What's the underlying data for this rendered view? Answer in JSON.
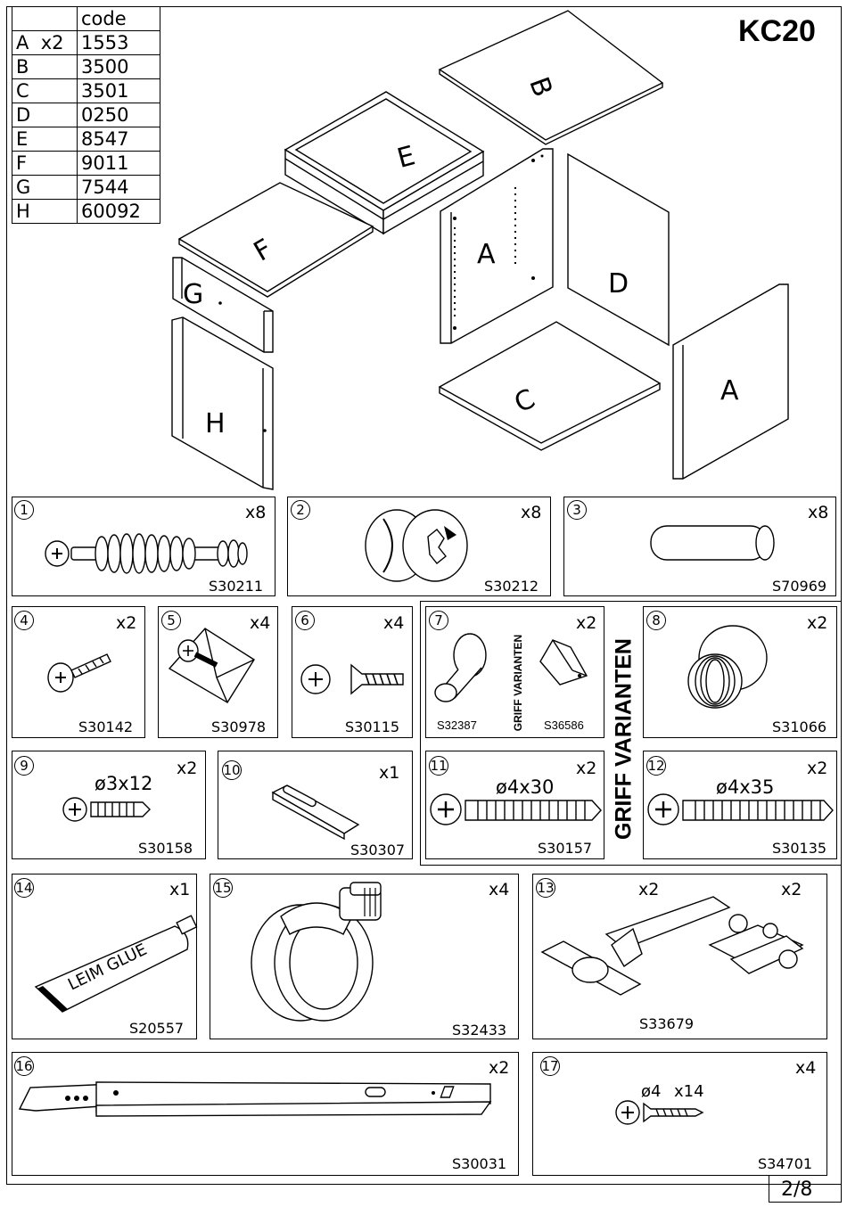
{
  "header": {
    "model": "KC20",
    "code_heading": "code",
    "page": "2/8"
  },
  "codes": [
    {
      "panel": "A",
      "qty": "x2",
      "code": "1553"
    },
    {
      "panel": "B",
      "qty": "",
      "code": "3500"
    },
    {
      "panel": "C",
      "qty": "",
      "code": "3501"
    },
    {
      "panel": "D",
      "qty": "",
      "code": "0250"
    },
    {
      "panel": "E",
      "qty": "",
      "code": "8547"
    },
    {
      "panel": "F",
      "qty": "",
      "code": "9011"
    },
    {
      "panel": "G",
      "qty": "",
      "code": "7544"
    },
    {
      "panel": "H",
      "qty": "",
      "code": "60092"
    }
  ],
  "panel_labels": {
    "A1": "A",
    "A2": "A",
    "B": "B",
    "C": "C",
    "D": "D",
    "E": "E",
    "F": "F",
    "G": "G",
    "H": "H"
  },
  "handle_variants": "GRIFF VARIANTEN",
  "parts": [
    {
      "num": "1",
      "qty": "x8",
      "code": "S30211"
    },
    {
      "num": "2",
      "qty": "x8",
      "code": "S30212"
    },
    {
      "num": "3",
      "qty": "x8",
      "code": "S70969"
    },
    {
      "num": "4",
      "qty": "x2",
      "code": "S30142"
    },
    {
      "num": "5",
      "qty": "x4",
      "code": "S30978"
    },
    {
      "num": "6",
      "qty": "x4",
      "code": "S30115"
    },
    {
      "num": "7",
      "qty": "x2",
      "code": "S32387",
      "code2": "S36586"
    },
    {
      "num": "8",
      "qty": "x2",
      "code": "S31066"
    },
    {
      "num": "9",
      "qty": "x2",
      "code": "S30158",
      "size": "ø3x12"
    },
    {
      "num": "10",
      "qty": "x1",
      "code": "S30307"
    },
    {
      "num": "11",
      "qty": "x2",
      "code": "S30157",
      "size": "ø4x30"
    },
    {
      "num": "12",
      "qty": "x2",
      "code": "S30135",
      "size": "ø4x35"
    },
    {
      "num": "14",
      "qty": "x1",
      "code": "S20557",
      "label": "LEIM GLUE"
    },
    {
      "num": "15",
      "qty": "x4",
      "code": "S32433"
    },
    {
      "num": "13",
      "qty": "x2",
      "qty2": "x2",
      "code": "S33679"
    },
    {
      "num": "16",
      "qty": "x2",
      "code": "S30031"
    },
    {
      "num": "17",
      "qty": "x4",
      "code": "S34701",
      "size1": "ø4",
      "size2": "x14"
    }
  ]
}
